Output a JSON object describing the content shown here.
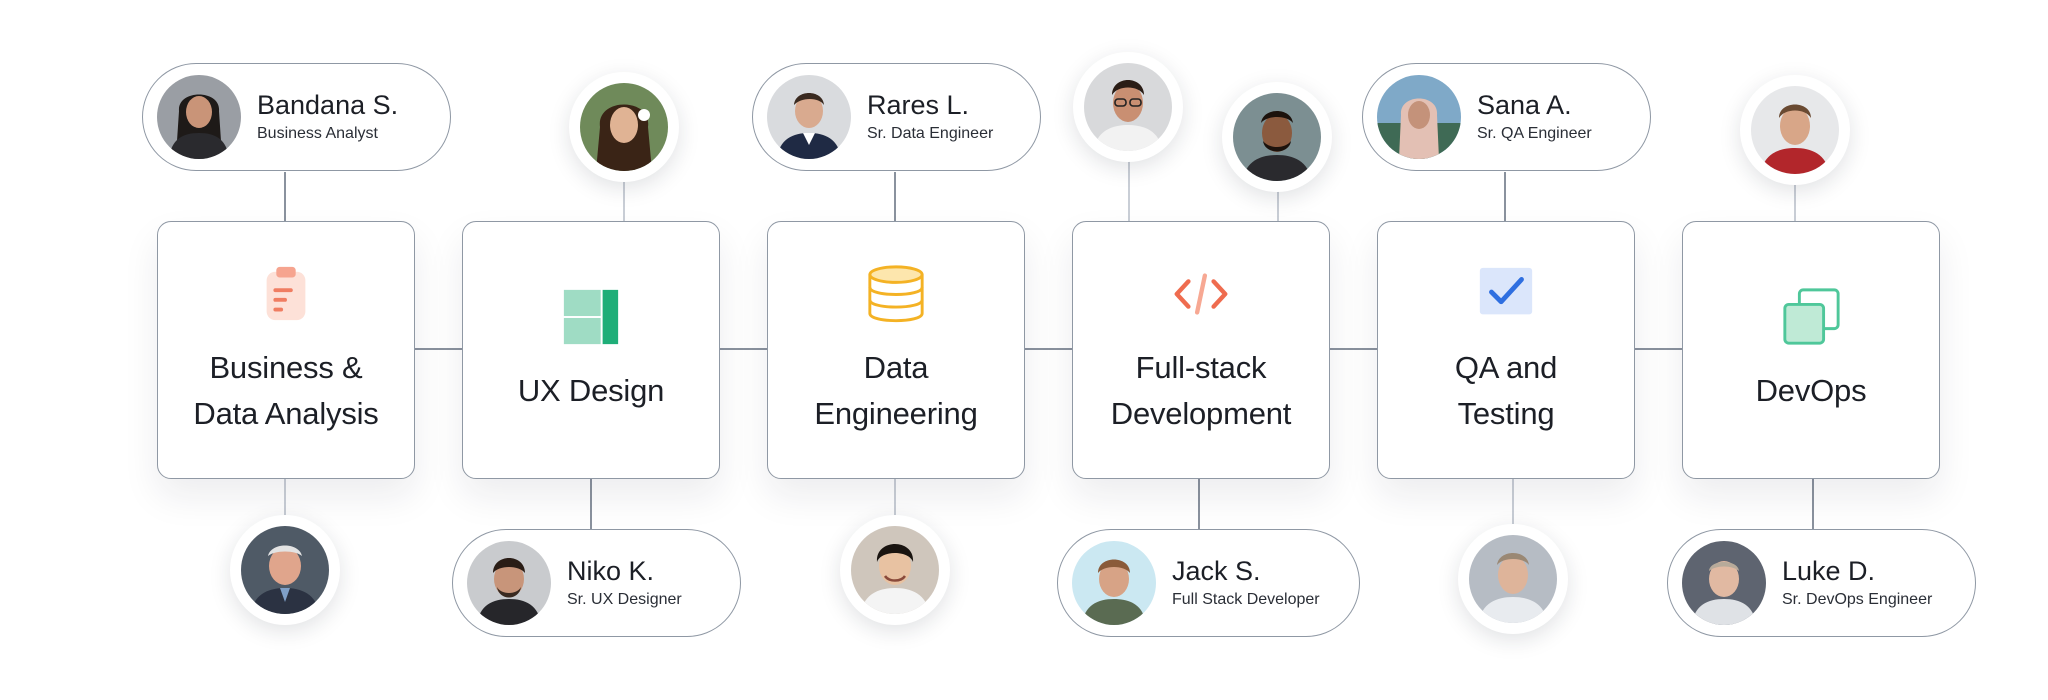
{
  "services": [
    {
      "title_lines": [
        "Business &",
        "Data Analysis"
      ],
      "icon": "clipboard-icon",
      "color": "#f2866c"
    },
    {
      "title_lines": [
        "UX Design"
      ],
      "icon": "layout-icon",
      "color": "#1fae78"
    },
    {
      "title_lines": [
        "Data",
        "Engineering"
      ],
      "icon": "database-icon",
      "color": "#f4b224"
    },
    {
      "title_lines": [
        "Full-stack",
        "Development"
      ],
      "icon": "code-icon",
      "color": "#ef6c4f"
    },
    {
      "title_lines": [
        "QA and",
        "Testing"
      ],
      "icon": "checkbox-icon",
      "color": "#2f6fe0"
    },
    {
      "title_lines": [
        "DevOps"
      ],
      "icon": "copy-icon",
      "color": "#4fc79a"
    }
  ],
  "people": [
    {
      "name": "Bandana S.",
      "role": "Business Analyst"
    },
    {
      "name": "Rares L.",
      "role": "Sr. Data Engineer"
    },
    {
      "name": "Sana A.",
      "role": "Sr. QA Engineer"
    },
    {
      "name": "Niko K.",
      "role": "Sr. UX Designer"
    },
    {
      "name": "Jack S.",
      "role": "Full Stack Developer"
    },
    {
      "name": "Luke D.",
      "role": "Sr. DevOps Engineer"
    }
  ]
}
